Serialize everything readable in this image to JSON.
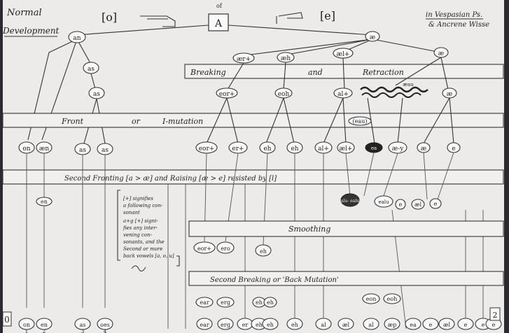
{
  "header": {
    "left_title_1": "Normal",
    "left_title_2": "Development",
    "bracket_o": "[o]",
    "bracket_e": "[e]",
    "center_of": "of",
    "center_label": "A",
    "right_1": "in Vespasian Ps.",
    "right_2": "& Ancrene Wisse"
  },
  "bands": {
    "breaking_1": "Breaking",
    "breaking_2": "and",
    "breaking_3": "Retraction",
    "front_1": "Front",
    "front_2": "or",
    "front_3": "I-mutation",
    "second_fronting": "Second Fronting [a > æ] and Raising [æ > e] resisted by [l]",
    "smoothing": "Smoothing",
    "second_breaking": "Second Breaking or 'Back Mutation'"
  },
  "nodes": {
    "top_an": "an",
    "top_ae": "æ",
    "as1": "as",
    "as2": "as",
    "aer_plus": "ær+",
    "aeh": "æh",
    "ael_plus": "æl+",
    "ae_right": "æ",
    "eor_plus": "eor+",
    "eoh": "eoh",
    "al_plus": "al+",
    "aeau": "æau",
    "ae_r2": "æ",
    "eau": "(eau)",
    "r_on": "on",
    "r_aen": "æn",
    "r_as1": "as",
    "r_as2": "as",
    "r_eor_plus": "eor+",
    "r_er_plus": "er+",
    "r_eh_a": "eh",
    "r_eh_b": "eh",
    "r_al_plus": "al+",
    "r_ael_plus": "æl+",
    "r_ea": "ea",
    "r_ae_y": "æ-y",
    "r_ae": "æ",
    "r_e": "e",
    "en_mid": "en",
    "alu_ealu": "alu-\nealu",
    "ealu": "ealu",
    "e_small": "e",
    "ael_s": "æl",
    "e_s2": "e",
    "eor_low": "eor+",
    "ero_low": "ero",
    "eh_low": "eh",
    "b_ear": "ear",
    "b_erg": "erg",
    "b_eh1": "eh",
    "b_eh2": "eh",
    "b_eon": "eon",
    "b_eoh": "eoh"
  },
  "note": {
    "l1": "[+] signifies",
    "l2": "a following con-",
    "l3": "sonant",
    "l4": "a+g [+] signi-",
    "l5": "fies any inter-",
    "l6": "vening con-",
    "l7": "sonants, and the",
    "l8": "Second or more",
    "l9": "back vowels [a, o, u]"
  },
  "bottom_row": [
    "on",
    "en",
    "as",
    "oes",
    "ear",
    "erg",
    "er",
    "eh",
    "eh",
    "eh",
    "al",
    "æl",
    "al",
    "æp",
    "ea",
    "e",
    "æl",
    "e",
    "e",
    "e"
  ],
  "bottom_numbers": [
    "1",
    "2",
    "3",
    "4"
  ],
  "corner_left": "0",
  "corner_right": "2"
}
